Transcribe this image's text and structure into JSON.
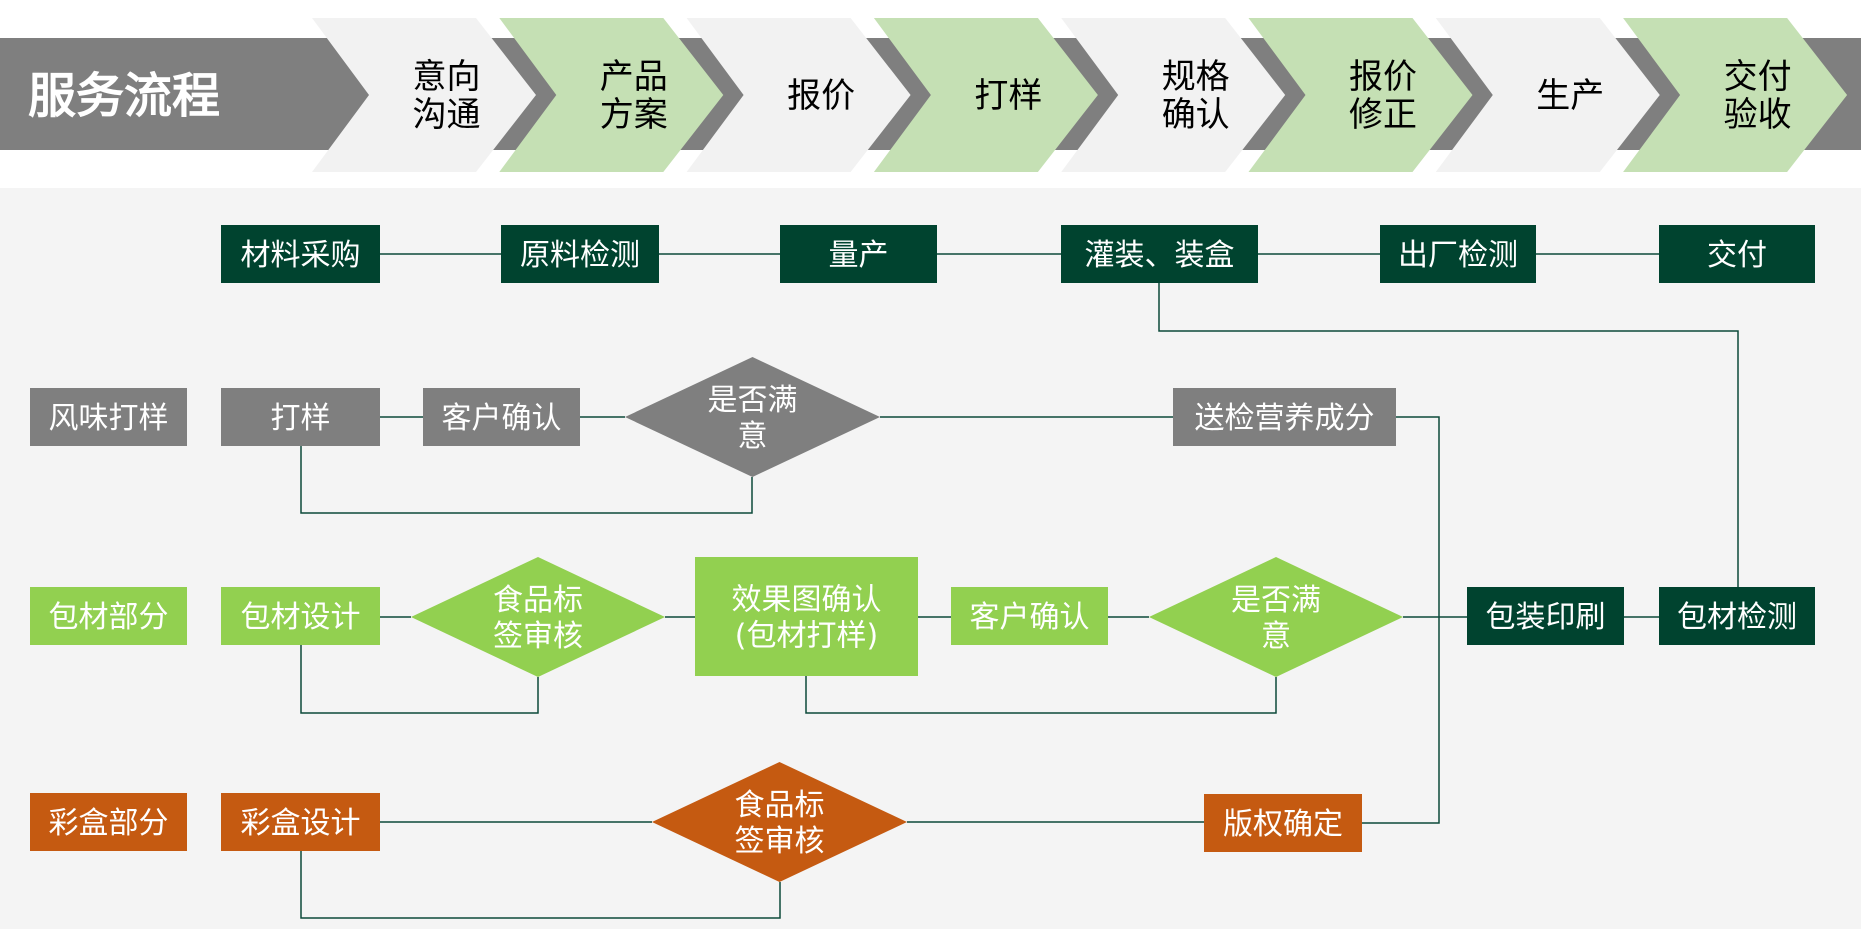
{
  "header": {
    "title": "服务流程",
    "steps": [
      {
        "lines": [
          "意向",
          "沟通"
        ],
        "tone": "light"
      },
      {
        "lines": [
          "产品",
          "方案"
        ],
        "tone": "green"
      },
      {
        "lines": [
          "报价"
        ],
        "tone": "light"
      },
      {
        "lines": [
          "打样"
        ],
        "tone": "green"
      },
      {
        "lines": [
          "规格",
          "确认"
        ],
        "tone": "light"
      },
      {
        "lines": [
          "报价",
          "修正"
        ],
        "tone": "green"
      },
      {
        "lines": [
          "生产"
        ],
        "tone": "light"
      },
      {
        "lines": [
          "交付",
          "验收"
        ],
        "tone": "green"
      }
    ]
  },
  "colors": {
    "band": "#7f7f7f",
    "chevron_light": "#f2f2f2",
    "chevron_green": "#c5e0b4",
    "body_bg": "#f4f4f4",
    "dark_green": "#00432f",
    "gray": "#7f7f7f",
    "light_green": "#92d050",
    "orange": "#c55a11",
    "line": "#0d4a3a",
    "title_text": "#ffffff",
    "step_text": "#000000",
    "node_text": "#ffffff"
  },
  "lanes": [
    {
      "id": "flavor",
      "label": "风味打样",
      "color": "gray"
    },
    {
      "id": "packaging",
      "label": "包材部分",
      "color": "light_green"
    },
    {
      "id": "colorbox",
      "label": "彩盒部分",
      "color": "orange"
    }
  ],
  "nodes": {
    "material_purchase": {
      "text": [
        "材料采购"
      ],
      "shape": "rect",
      "color": "dark_green"
    },
    "raw_inspection": {
      "text": [
        "原料检测"
      ],
      "shape": "rect",
      "color": "dark_green"
    },
    "mass_production": {
      "text": [
        "量产"
      ],
      "shape": "rect",
      "color": "dark_green"
    },
    "filling_boxing": {
      "text": [
        "灌装、装盒"
      ],
      "shape": "rect",
      "color": "dark_green"
    },
    "factory_inspection": {
      "text": [
        "出厂检测"
      ],
      "shape": "rect",
      "color": "dark_green"
    },
    "delivery": {
      "text": [
        "交付"
      ],
      "shape": "rect",
      "color": "dark_green"
    },
    "sampling": {
      "text": [
        "打样"
      ],
      "shape": "rect",
      "color": "gray"
    },
    "customer_confirm_1": {
      "text": [
        "客户确认"
      ],
      "shape": "rect",
      "color": "gray"
    },
    "satisfied_1": {
      "text": [
        "是否满",
        "意"
      ],
      "shape": "diamond",
      "color": "gray"
    },
    "nutrition_test": {
      "text": [
        "送检营养成分"
      ],
      "shape": "rect",
      "color": "gray"
    },
    "pack_design": {
      "text": [
        "包材设计"
      ],
      "shape": "rect",
      "color": "light_green"
    },
    "label_review_1": {
      "text": [
        "食品标",
        "签审核"
      ],
      "shape": "diamond",
      "color": "light_green"
    },
    "render_confirm": {
      "text": [
        "效果图确认",
        "(包材打样)"
      ],
      "shape": "rect",
      "color": "light_green"
    },
    "customer_confirm_2": {
      "text": [
        "客户确认"
      ],
      "shape": "rect",
      "color": "light_green"
    },
    "satisfied_2": {
      "text": [
        "是否满",
        "意"
      ],
      "shape": "diamond",
      "color": "light_green"
    },
    "package_printing": {
      "text": [
        "包装印刷"
      ],
      "shape": "rect",
      "color": "dark_green"
    },
    "pack_inspection": {
      "text": [
        "包材检测"
      ],
      "shape": "rect",
      "color": "dark_green"
    },
    "box_design": {
      "text": [
        "彩盒设计"
      ],
      "shape": "rect",
      "color": "orange"
    },
    "label_review_2": {
      "text": [
        "食品标",
        "签审核"
      ],
      "shape": "diamond",
      "color": "orange"
    },
    "copyright_confirm": {
      "text": [
        "版权确定"
      ],
      "shape": "rect",
      "color": "orange"
    }
  },
  "edges": [
    [
      "material_purchase",
      "raw_inspection"
    ],
    [
      "raw_inspection",
      "mass_production"
    ],
    [
      "mass_production",
      "filling_boxing"
    ],
    [
      "filling_boxing",
      "factory_inspection"
    ],
    [
      "factory_inspection",
      "delivery"
    ],
    [
      "filling_boxing",
      "pack_inspection"
    ],
    [
      "sampling",
      "customer_confirm_1"
    ],
    [
      "customer_confirm_1",
      "satisfied_1"
    ],
    [
      "satisfied_1",
      "sampling"
    ],
    [
      "satisfied_1",
      "nutrition_test"
    ],
    [
      "nutrition_test",
      "copyright_confirm"
    ],
    [
      "pack_design",
      "label_review_1"
    ],
    [
      "label_review_1",
      "pack_design"
    ],
    [
      "label_review_1",
      "render_confirm"
    ],
    [
      "render_confirm",
      "customer_confirm_2"
    ],
    [
      "customer_confirm_2",
      "satisfied_2"
    ],
    [
      "satisfied_2",
      "render_confirm"
    ],
    [
      "satisfied_2",
      "package_printing"
    ],
    [
      "package_printing",
      "pack_inspection"
    ],
    [
      "box_design",
      "label_review_2"
    ],
    [
      "label_review_2",
      "box_design"
    ],
    [
      "label_review_2",
      "copyright_confirm"
    ]
  ]
}
